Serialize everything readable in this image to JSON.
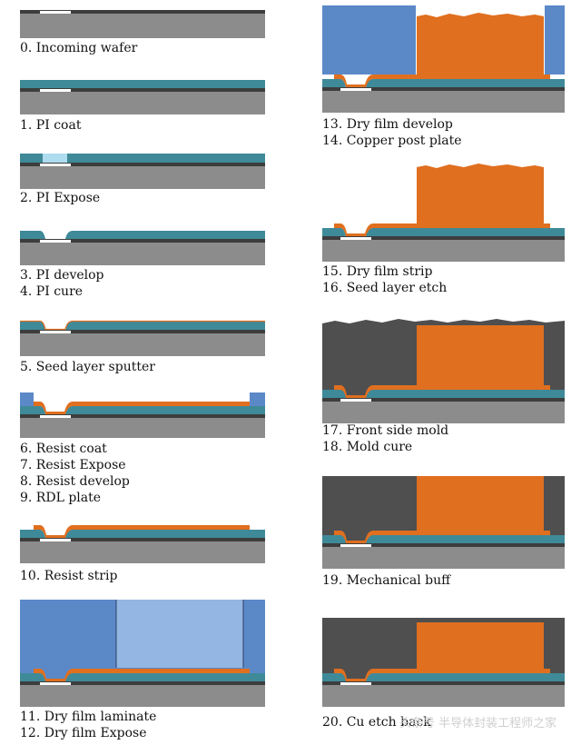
{
  "steps": {
    "s0": [
      "0. Incoming wafer"
    ],
    "s1": [
      "1. PI coat"
    ],
    "s2": [
      "2. PI Expose"
    ],
    "s3": [
      "3. PI develop",
      "4. PI cure"
    ],
    "s5": [
      "5. Seed layer sputter"
    ],
    "s6": [
      "6. Resist coat",
      "7. Resist Expose",
      "8. Resist develop",
      "9. RDL plate"
    ],
    "s10": [
      "10. Resist strip"
    ],
    "s11": [
      "11. Dry film laminate",
      "12. Dry film Expose"
    ],
    "s13": [
      "13. Dry film develop",
      "14. Copper post plate"
    ],
    "s15": [
      "15. Dry film strip",
      "16. Seed layer etch"
    ],
    "s17": [
      "17. Front side mold",
      "18. Mold cure"
    ],
    "s19": [
      "19. Mechanical buff"
    ],
    "s20": [
      "20. Cu etch back"
    ]
  },
  "watermark": "头条号 半导体封装工程师之家",
  "colors": {
    "silicon": "#8c8c8c",
    "passivation": "#3d3d3d",
    "polyimide": "#3f8a98",
    "exposed_pi": "#aeddef",
    "copper": "#e06f1f",
    "dry_film": "#5b89c8",
    "exposed_dry_film": "#93b6e2",
    "mold": "#4f4f4f",
    "pad": "#ffffff"
  }
}
